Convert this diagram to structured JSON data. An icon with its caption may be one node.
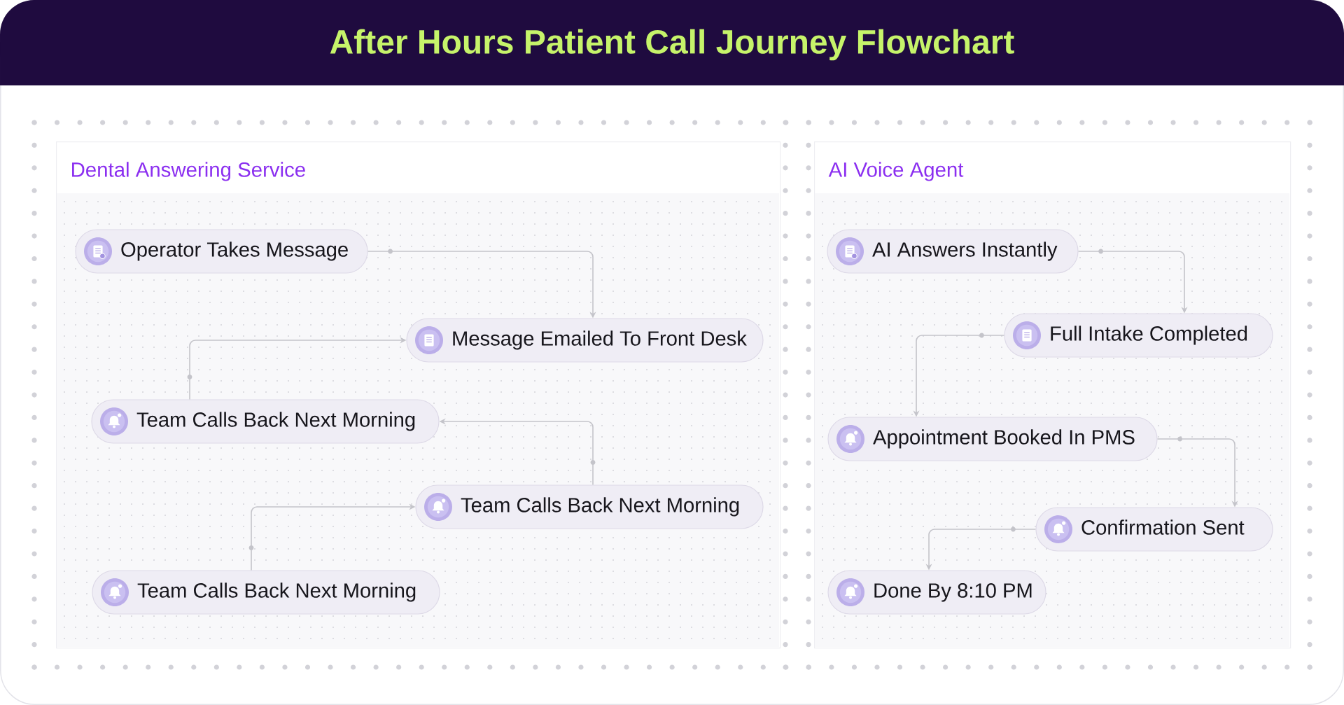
{
  "diagram": {
    "title": "After Hours Patient Call Journey Flowchart",
    "nodes": [
      {
        "text": [
          "Dental Answering Service"
        ]
      },
      {
        "text": [
          "Operator Takes Message"
        ],
        "in": 0
      },
      {
        "text": [
          "Message Emailed To Front Desk"
        ],
        "in": 0
      },
      {
        "text": [
          "Team Calls Back Next Morning"
        ],
        "in": 0
      },
      {
        "text": [
          "Team Calls Back Next Morning"
        ],
        "in": 0
      },
      {
        "text": [
          "Team Calls Back Next Morning"
        ],
        "in": 0
      },
      {
        "text": [
          "AI Voice Agent"
        ]
      },
      {
        "text": [
          "AI Answers Instantly"
        ],
        "in": 6
      },
      {
        "text": [
          "Full Intake Completed"
        ],
        "in": 6
      },
      {
        "text": [
          "Appointment Booked In PMS"
        ],
        "in": 6
      },
      {
        "text": [
          "Confirmation Sent"
        ],
        "in": 6
      },
      {
        "text": [
          "Done By 8:10 PM"
        ],
        "in": 6
      }
    ],
    "edges": [
      {
        "from": 1,
        "to": 2,
        "arrow": "to"
      },
      {
        "from": 3,
        "to": 2,
        "arrow": "to"
      },
      {
        "from": 4,
        "to": 3,
        "arrow": "to"
      },
      {
        "from": 5,
        "to": 4,
        "arrow": "to"
      },
      {
        "from": 7,
        "to": 8,
        "arrow": "to"
      },
      {
        "from": 8,
        "to": 9,
        "arrow": "to"
      },
      {
        "from": 9,
        "to": 10,
        "arrow": "to"
      },
      {
        "from": 10,
        "to": 11,
        "arrow": "to"
      }
    ]
  }
}
